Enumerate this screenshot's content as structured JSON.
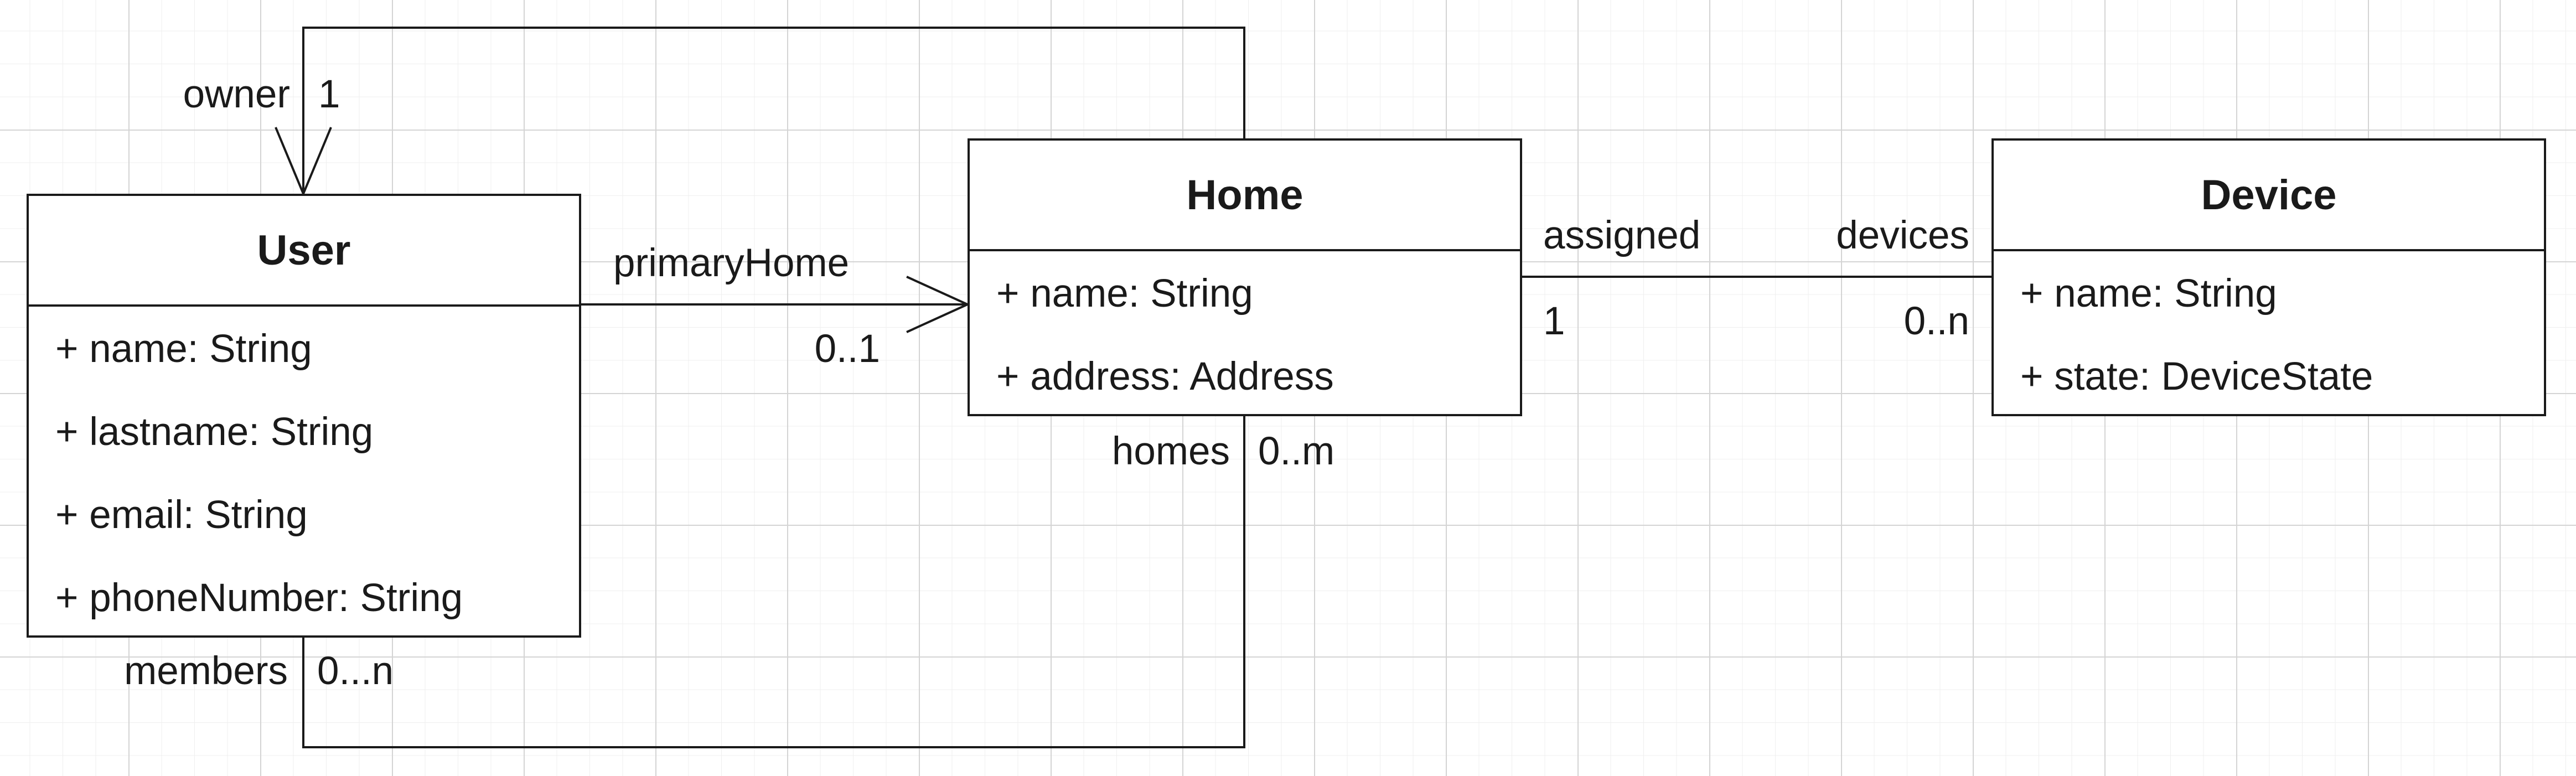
{
  "classes": {
    "user": {
      "name": "User",
      "attributes": [
        "+ name: String",
        "+ lastname: String",
        "+ email: String",
        "+ phoneNumber: String"
      ]
    },
    "home": {
      "name": "Home",
      "attributes": [
        "+ name: String",
        "+ address: Address"
      ]
    },
    "device": {
      "name": "Device",
      "attributes": [
        "+ name: String",
        "+ state: DeviceState"
      ]
    }
  },
  "associations": {
    "owner": {
      "role": "owner",
      "multiplicity": "1"
    },
    "primary_home": {
      "role": "primaryHome",
      "multiplicity": "0..1"
    },
    "members": {
      "role": "members",
      "multiplicity": "0...n",
      "home_role": "homes",
      "home_multiplicity": "0..m"
    },
    "devices": {
      "home_role": "assigned",
      "home_multiplicity": "1",
      "device_role": "devices",
      "device_multiplicity": "0..n"
    }
  },
  "colors": {
    "line": "#1a1a1a",
    "background": "#ffffff",
    "grid_major": "#d4d4d4",
    "grid_minor": "#efefef"
  }
}
